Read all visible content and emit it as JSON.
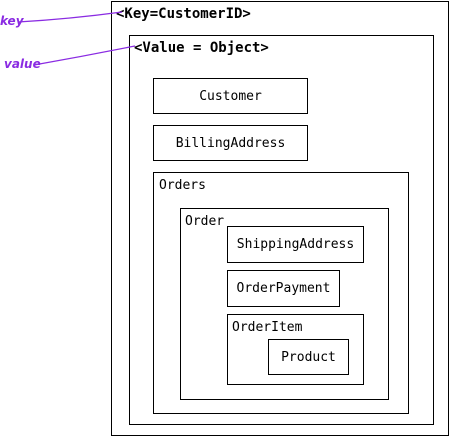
{
  "annotations": {
    "key_label": "key",
    "value_label": "value",
    "color": "#8a2be2"
  },
  "diagram": {
    "key_box": {
      "label": "<Key=CustomerID>"
    },
    "value_box": {
      "label": "<Value = Object>"
    },
    "customer": {
      "label": "Customer"
    },
    "billing_address": {
      "label": "BillingAddress"
    },
    "orders": {
      "label": "Orders"
    },
    "order": {
      "label": "Order"
    },
    "shipping_address": {
      "label": "ShippingAddress"
    },
    "order_payment": {
      "label": "OrderPayment"
    },
    "order_item": {
      "label": "OrderItem"
    },
    "product": {
      "label": "Product"
    }
  }
}
